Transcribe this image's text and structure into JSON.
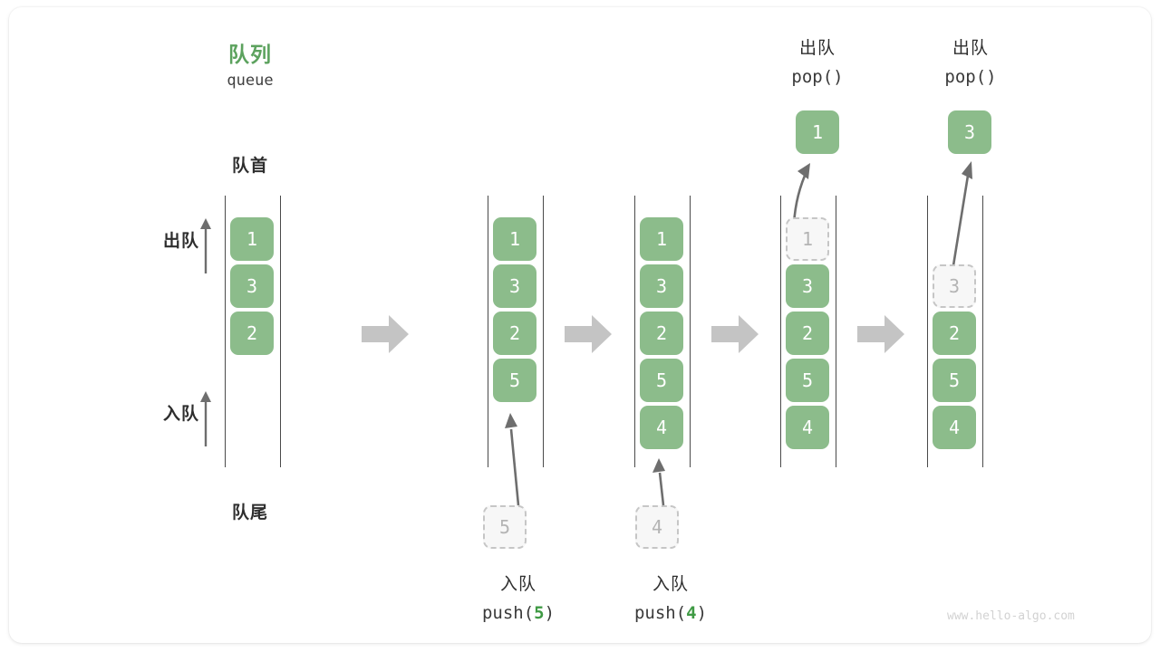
{
  "diagram": {
    "title_cn": "队列",
    "title_en": "queue",
    "front_label": "队首",
    "rear_label": "队尾",
    "dequeue_label": "出队",
    "enqueue_label": "入队",
    "watermark": "www.hello-algo.com",
    "accent_green": "#5CA25E",
    "node_green": "#8CBC8B",
    "ghost_gray": "#B4B4B4",
    "arrow_gray": "#C4C4C4"
  },
  "stages": [
    {
      "id": "stage-initial",
      "nodes": [
        {
          "value": "1",
          "state": "filled"
        },
        {
          "value": "3",
          "state": "filled"
        },
        {
          "value": "2",
          "state": "filled"
        }
      ]
    },
    {
      "id": "stage-push-5",
      "nodes": [
        {
          "value": "1",
          "state": "filled"
        },
        {
          "value": "3",
          "state": "filled"
        },
        {
          "value": "2",
          "state": "filled"
        },
        {
          "value": "5",
          "state": "filled"
        }
      ],
      "incoming": {
        "value": "5",
        "state": "ghost"
      },
      "caption_cn": "入队",
      "caption_code_prefix": "push(",
      "caption_code_arg": "5",
      "caption_code_suffix": ")"
    },
    {
      "id": "stage-push-4",
      "nodes": [
        {
          "value": "1",
          "state": "filled"
        },
        {
          "value": "3",
          "state": "filled"
        },
        {
          "value": "2",
          "state": "filled"
        },
        {
          "value": "5",
          "state": "filled"
        },
        {
          "value": "4",
          "state": "filled"
        }
      ],
      "incoming": {
        "value": "4",
        "state": "ghost"
      },
      "caption_cn": "入队",
      "caption_code_prefix": "push(",
      "caption_code_arg": "4",
      "caption_code_suffix": ")"
    },
    {
      "id": "stage-pop-1",
      "nodes": [
        {
          "value": "1",
          "state": "ghost"
        },
        {
          "value": "3",
          "state": "filled"
        },
        {
          "value": "2",
          "state": "filled"
        },
        {
          "value": "5",
          "state": "filled"
        },
        {
          "value": "4",
          "state": "filled"
        }
      ],
      "header_cn": "出队",
      "header_code": "pop()",
      "popped": {
        "value": "1",
        "state": "filled"
      }
    },
    {
      "id": "stage-pop-3",
      "nodes": [
        {
          "value": "",
          "state": "empty"
        },
        {
          "value": "3",
          "state": "ghost"
        },
        {
          "value": "2",
          "state": "filled"
        },
        {
          "value": "5",
          "state": "filled"
        },
        {
          "value": "4",
          "state": "filled"
        }
      ],
      "header_cn": "出队",
      "header_code": "pop()",
      "popped": {
        "value": "3",
        "state": "filled"
      }
    }
  ]
}
